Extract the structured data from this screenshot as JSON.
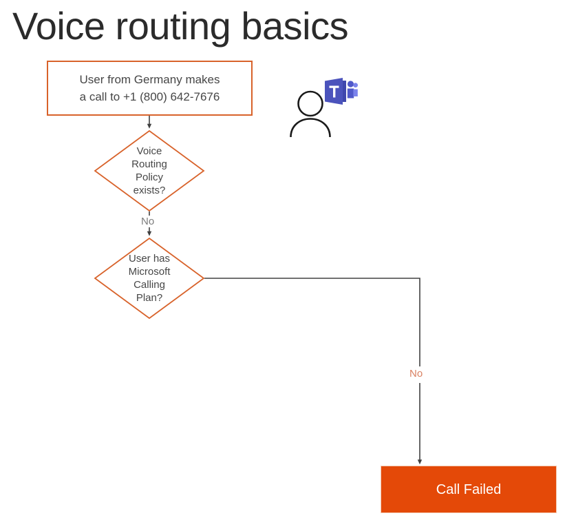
{
  "slide": {
    "title": "Voice routing basics",
    "background": "#ffffff"
  },
  "colors": {
    "shape_outline": "#d8622a",
    "failure_fill": "#e44908",
    "connector": "#404040",
    "text": "#464646",
    "title_text": "#2b2b2b",
    "label_gray": "#7c7c7c",
    "label_orange": "#d98162",
    "teams_purple": "#5059c9",
    "teams_indigo": "#4b53bc"
  },
  "flow": {
    "start": {
      "label": "User from Germany makes\na call to +1 (800) 642-7676",
      "shape": "rectangle"
    },
    "decision_voice_routing_policy": {
      "label": "Voice\nRouting\nPolicy\nexists?",
      "shape": "diamond"
    },
    "decision_calling_plan": {
      "label": "User has\nMicrosoft\nCalling\nPlan?",
      "shape": "diamond"
    },
    "result_call_failed": {
      "label": "Call Failed",
      "shape": "rectangle-filled"
    },
    "edges": [
      {
        "id": "start-to-vrp",
        "label": "",
        "from": "start",
        "to": "decision_voice_routing_policy"
      },
      {
        "id": "vrp-no",
        "label": "No",
        "from": "decision_voice_routing_policy",
        "to": "decision_calling_plan"
      },
      {
        "id": "calling-plan-no",
        "label": "No",
        "from": "decision_calling_plan",
        "to": "result_call_failed"
      }
    ]
  },
  "glyphs": {
    "person": "person-outline-icon",
    "teams": "microsoft-teams-icon",
    "teams_letter": "T"
  }
}
